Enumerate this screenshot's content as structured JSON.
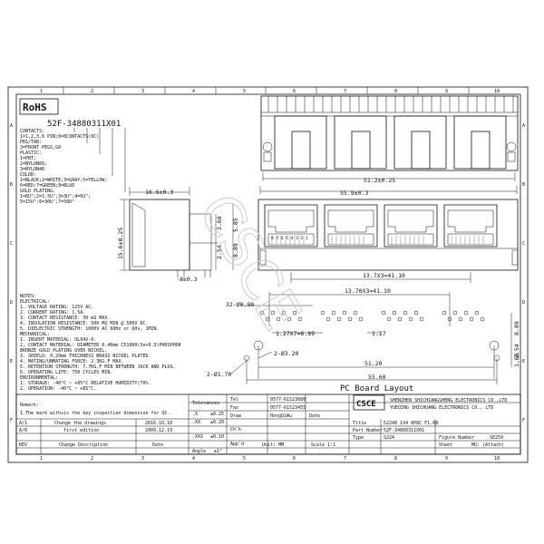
{
  "frame": {
    "col_labels": [
      "1",
      "2",
      "3",
      "4",
      "5",
      "6",
      "7",
      "8",
      "9",
      "10"
    ],
    "row_labels": [
      "A",
      "B",
      "C",
      "D",
      "E",
      "F"
    ]
  },
  "header": {
    "rohs": "RoHS",
    "part_code": "52F-34880311X01"
  },
  "spec_text": [
    "CONTACTS:",
    "1=1,2,3,6 PIN;8=8CONTACTS(8C)",
    "PEG/TAB:",
    "3=FRONT PEGS,G8",
    "PLASTIC:",
    "1=PBT;",
    "2=NYLON66;",
    "3=NYLON46",
    "COLOR:",
    "1=BLACK;2=WHITE;3=GRAY;5=YELLOW;",
    "6=RED;7=GREEN;8=BLUE",
    "GOLD PLATING:",
    "1=6U\";2=1.5U\";3=3U\";4=6U\";",
    "5=15U\";6=30U\";7=50U\""
  ],
  "dimensions": {
    "width_side": "16.6±0.3",
    "height_side": "15.6±0.25",
    "pin_spacing_side": "3±0.3",
    "d368": "3.68",
    "d585": "5.85",
    "d254": "2.54",
    "d889": "8.89",
    "top_total": "51.2±0.25",
    "front_total": "55.9±0.3",
    "front_pitch": "13.7X3=41.10",
    "pcb_hole": "32-Ø0.90",
    "pcb_pitch_top": "13.70X3=41.10",
    "pcb_pitch_a": "1.27X7=8.89",
    "pcb_pitch_b": "1.27",
    "pcb_side_a": "8.89",
    "pcb_side_b": "2.54",
    "pcb_side_c": "1.68",
    "pcb_peg": "2-Ø3.20",
    "pcb_span": "51.20",
    "pcb_total": "55.60",
    "pcb_mount": "2-Ø1.70"
  },
  "pin_numbers": "8 7 6 5 4 3 2 1",
  "pcb_title": "PC Board Layout",
  "notes": [
    "NOTES:",
    "ELECTRICAL:",
    "1. VOLTAGE RATING: 125V AC.",
    "2. CURRENT RATING: 1.5A.",
    "3. CONTACT RESISTANCE: 30 mΩ MAX.",
    "4. INSULATION RESISTANCE: 500 MΩ MIN @ 500V DC.",
    "5. DIELECTRIC STRENGTH: 1000V AC 60Hz or 60s, 1MIN.",
    "MECHANICAL:",
    "1. INSERT MATERIAL: UL94V-0.",
    "2. CONTACT MATERIAL: DIAMETER 0.46mm C51000(Sn+0.3)PHOSPHOR",
    "   BRONZE GOLD PLATING OVER NICKEL.",
    "3. SHIELD: 0.20mm THICKNESS BRASS NICKEL PLATED.",
    "4. MATING/UNMATING FORCE: 2.3KG.F MAX.",
    "5. RETENTION STRENGTH: 7.7KG.F MIN BETWEEN JACK AND PLUG.",
    "6. OPERATING LIFE: 750 CYCLES MIN.",
    "ENVIRONMENTAL:",
    "1. STORAGE: -40°C ~ +85°C RELATIVE HUMIDITY(70%.",
    "2. OPERATION: -40°C ~ +85°C.",
    "Remark:",
    "1.The mark with★is the key inspection dimension for QC."
  ],
  "title_block": {
    "tolerances": "Tolerances",
    "tol": [
      {
        "k": ".X",
        "v": "±0.25"
      },
      {
        "k": ".XX",
        "v": "±0.20"
      },
      {
        "k": ".XXX",
        "v": "±0.10"
      },
      {
        "k": "Angle",
        "v": "±1°"
      }
    ],
    "tel_label": "Tel",
    "tel": "0577-61523688",
    "fax_label": "Fax",
    "fax": "0577-61523455",
    "draw": "Draw",
    "draw_name": "HongQiWu",
    "date_label": "Date",
    "chk": "Ch'k",
    "app": "App'd",
    "logo": "CSCE",
    "company1": "SHENZHEN SHICHIANGSHENG ELECTRONICS CO.,LTD",
    "company2": "YUEQING SHICHUANG ELECTRONICS CO., LTD",
    "title_label": "Title",
    "title_value": "52248 1X4 8P8C F1.68",
    "part_label": "Part Number",
    "part_value": "52F-34880311X01",
    "type_label": "Type",
    "type_value": "S224",
    "figure_label": "Figure Number",
    "figure_value": "SE259",
    "unit": "Unit: MM",
    "scale": "Scale 1:1",
    "sheet": "Sheet",
    "mu": "MU: (Attach)",
    "rev_rows": [
      {
        "rev": "A/1",
        "desc": "Change the drawings",
        "date": "2016.10.10"
      },
      {
        "rev": "A/0",
        "desc": "first edition",
        "date": "2009.12.19"
      }
    ],
    "rev_head": "REV",
    "desc_head": "Change Description",
    "date_head": "Date"
  },
  "watermark": "CSCE"
}
